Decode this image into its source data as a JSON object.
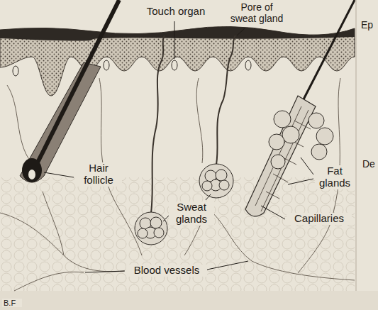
{
  "diagram": {
    "labels": [
      "Touch organ",
      "Pore of sweat gland",
      "Ep",
      "De",
      "Hair follicle",
      "Sweat glands",
      "Fat glands",
      "Capillaries",
      "Blood vessels",
      "B.F"
    ]
  }
}
